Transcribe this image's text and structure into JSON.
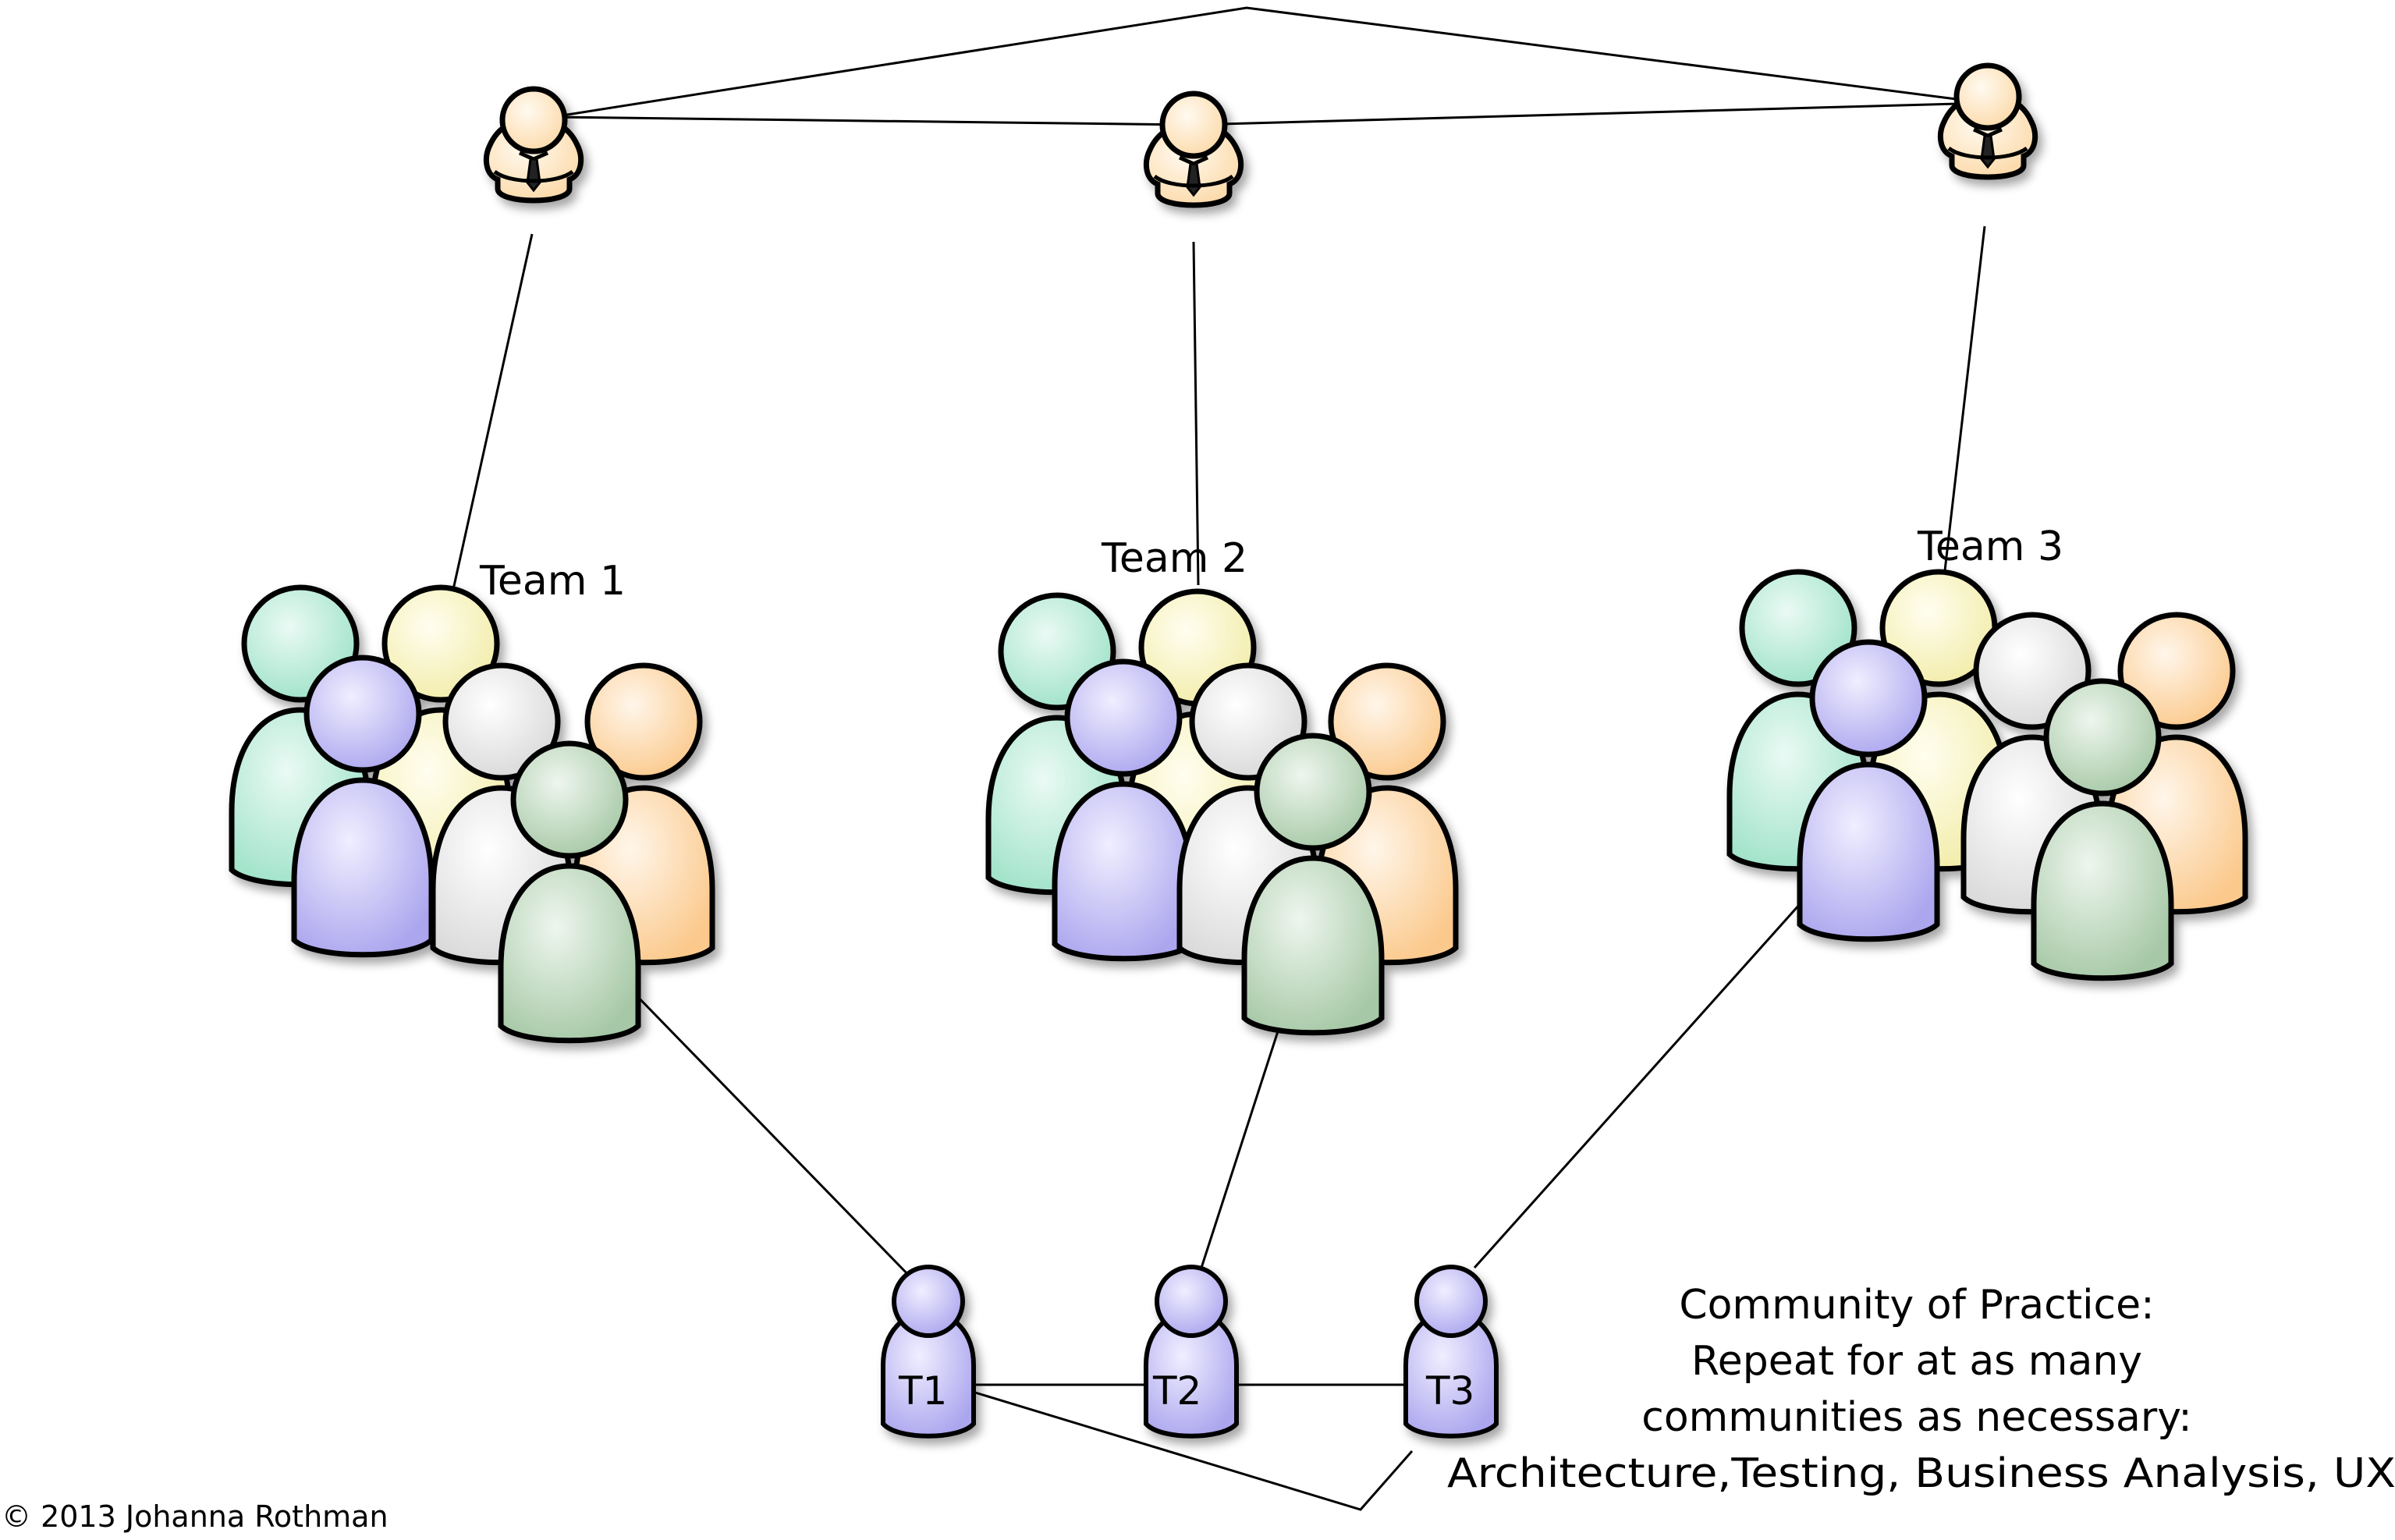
{
  "teams": [
    {
      "label": "Team 1"
    },
    {
      "label": "Team 2"
    },
    {
      "label": "Team 3"
    }
  ],
  "testers": [
    {
      "label": "T1"
    },
    {
      "label": "T2"
    },
    {
      "label": "T3"
    }
  ],
  "note": {
    "line1": "Community of Practice:",
    "line2": "Repeat for at as many",
    "line3": "communities as necessary:",
    "line4": "Architecture,Testing, Business Analysis, UX"
  },
  "copyright": "© 2013 Johanna Rothman",
  "colors": {
    "manager": "#ffe6c0",
    "teal": "#b8ecd8",
    "yellow": "#f8f4c4",
    "purple": "#c4c0f4",
    "gray": "#e8e8e8",
    "orange": "#fcdcb4",
    "green": "#c4dcc4",
    "tester": "#c8c6f6"
  }
}
